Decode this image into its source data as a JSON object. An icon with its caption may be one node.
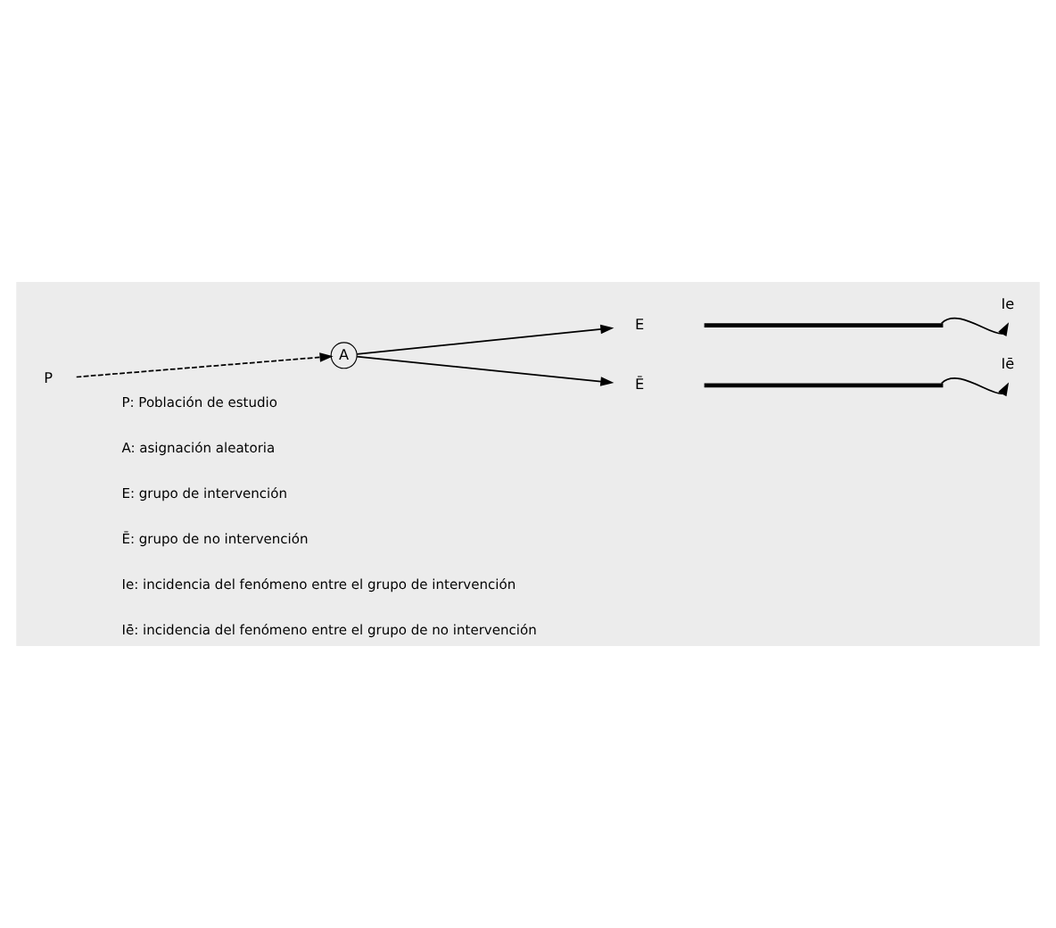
{
  "diagram": {
    "nodes": [
      {
        "text": [
          "P"
        ]
      },
      {
        "text": [
          "A"
        ]
      },
      {
        "text": [
          "E"
        ]
      },
      {
        "text": [
          "Ē"
        ]
      },
      {
        "text": [],
        "shape": "bar"
      },
      {
        "text": [
          "Ie"
        ]
      },
      {
        "text": [],
        "shape": "bar"
      },
      {
        "text": [
          "Iē"
        ]
      }
    ],
    "edges": [
      {
        "from": 0,
        "to": 1,
        "arrow": "to",
        "style": "dashed"
      },
      {
        "from": 1,
        "to": 2,
        "arrow": "to"
      },
      {
        "from": 1,
        "to": 3,
        "arrow": "to"
      },
      {
        "from": 4,
        "to": 5,
        "arrow": "to"
      },
      {
        "from": 6,
        "to": 7,
        "arrow": "to"
      }
    ],
    "labels": [
      "P: Población de estudio",
      "A: asignación aleatoria",
      "E: grupo de intervención",
      "Ē: grupo de no intervención",
      "Ie: incidencia del fenómeno entre el grupo de intervención",
      "Iē: incidencia del fenómeno entre el grupo de no intervención"
    ]
  }
}
